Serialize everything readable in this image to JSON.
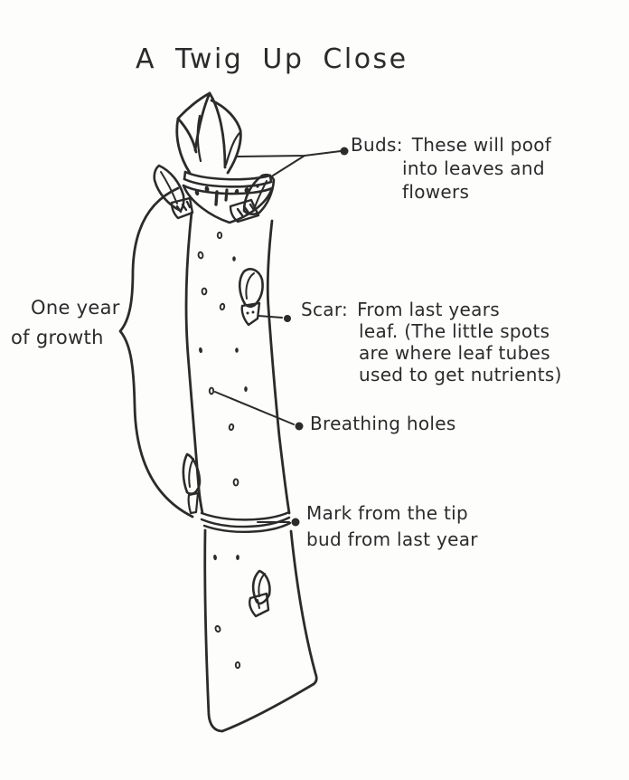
{
  "canvas": {
    "background": "#fdfdfc",
    "ink": "#2b2b2b"
  },
  "title": "A Twig Up Close",
  "annotations": {
    "buds": {
      "term": "Buds:",
      "line1": "These will poof",
      "line2": "into leaves and",
      "line3": "flowers"
    },
    "scar": {
      "term": "Scar:",
      "line1": "From last years",
      "line2": "leaf. (The little spots",
      "line3": "are where leaf tubes",
      "line4": "used to get nutrients)"
    },
    "breathing_holes": {
      "text": "Breathing holes"
    },
    "tip_bud_mark": {
      "line1": "Mark from the tip",
      "line2": "bud from last year"
    },
    "one_year_growth": {
      "line1": "One year",
      "line2": "of growth"
    }
  },
  "figure_parts": [
    "terminal-bud",
    "bud-scale-collar",
    "lateral-buds",
    "leaf-scar-bud",
    "lenticels",
    "growth-ring",
    "one-year-brace",
    "twig-stem"
  ]
}
